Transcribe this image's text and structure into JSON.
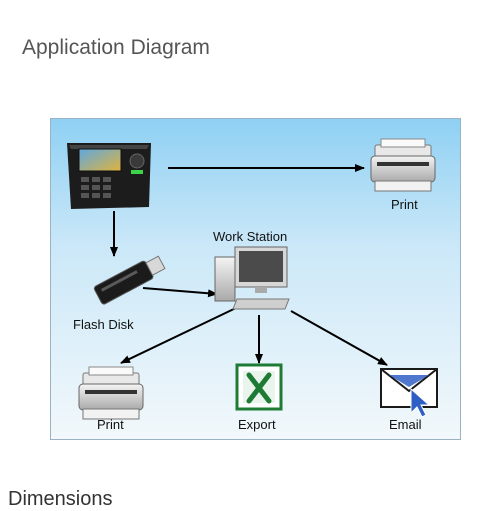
{
  "page_title": "Application Diagram",
  "diagram": {
    "nodes": {
      "terminal": {
        "label": "",
        "icon": "fingerprint-terminal-icon"
      },
      "printer_top": {
        "label": "Print",
        "icon": "printer-icon"
      },
      "workstation": {
        "label": "Work Station",
        "icon": "desktop-computer-icon"
      },
      "flash_disk": {
        "label": "Flash Disk",
        "icon": "usb-flash-drive-icon"
      },
      "printer_bottom": {
        "label": "Print",
        "icon": "printer-icon"
      },
      "export": {
        "label": "Export",
        "icon": "excel-icon"
      },
      "email": {
        "label": "Email",
        "icon": "envelope-icon"
      }
    },
    "edges": [
      {
        "from": "terminal",
        "to": "printer_top"
      },
      {
        "from": "terminal",
        "to": "flash_disk"
      },
      {
        "from": "flash_disk",
        "to": "workstation"
      },
      {
        "from": "workstation",
        "to": "printer_bottom"
      },
      {
        "from": "workstation",
        "to": "export"
      },
      {
        "from": "workstation",
        "to": "email"
      }
    ],
    "colors": {
      "excel_green": "#1e7b34",
      "arrow": "#000000",
      "envelope_blue": "#2f5fc4"
    }
  },
  "bottom_heading": "Dimensions"
}
